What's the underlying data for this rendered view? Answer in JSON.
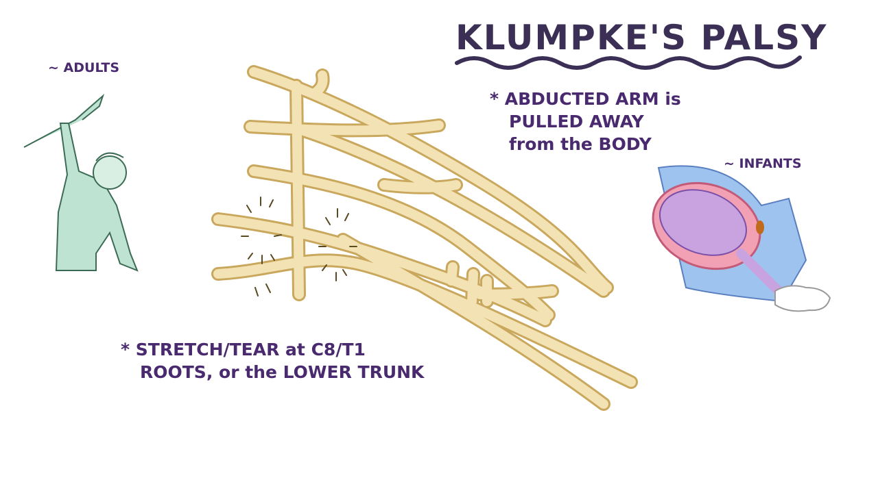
{
  "title": "KLUMPKE'S PALSY",
  "notes": {
    "mechanism_line1": "* ABDUCTED ARM is",
    "mechanism_line2": "PULLED AWAY",
    "mechanism_line3": "from the BODY",
    "injury_line1": "* STRETCH/TEAR at C8/T1",
    "injury_line2": "ROOTS, or the LOWER TRUNK"
  },
  "labels": {
    "adults": "~ ADULTS",
    "infants": "~ INFANTS"
  },
  "colors": {
    "text": "#4a2a6e",
    "title": "#3b2f55",
    "nerve_fill": "#f3e2b3",
    "nerve_outline": "#c9a85e",
    "adult": "#bfe3d2",
    "uterus": "#f2a0b4",
    "baby": "#c9a3e0",
    "body": "#9fc3ef"
  }
}
